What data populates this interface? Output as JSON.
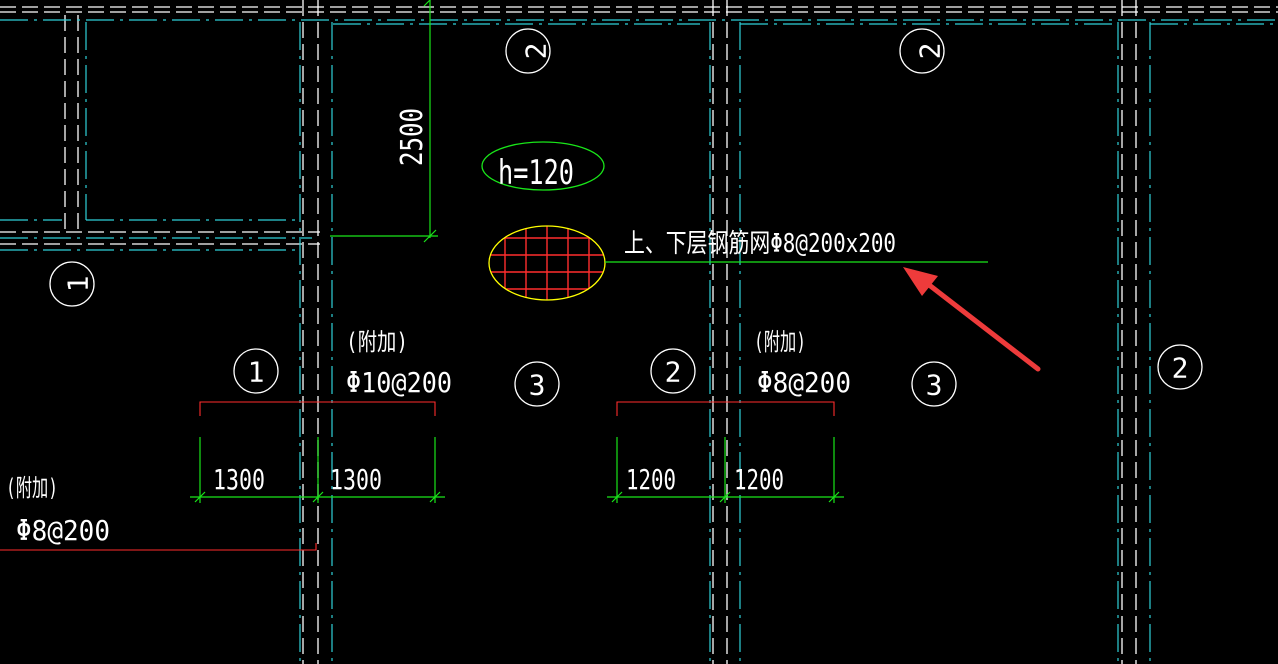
{
  "drawing": {
    "slab_thickness_label": "h=120",
    "mesh_note": "上、下层钢筋网Φ8@200x200",
    "dimension_2500": "2500",
    "rebar_left": {
      "tag": "1",
      "note": "(附加)",
      "spec": "Φ10@200",
      "dim_left": "1300",
      "dim_right": "1300"
    },
    "rebar_mid": {
      "tag": "2",
      "note": "(附加)",
      "spec": "Φ8@200",
      "dim_left": "1200",
      "dim_right": "1200"
    },
    "rebar_bottom_left": {
      "note": "(附加)",
      "spec": "Φ8@200"
    },
    "slab_labels": {
      "top_a": "2",
      "top_b": "2",
      "left": "1",
      "center": "3",
      "right_center": "3",
      "right_edge": "2"
    }
  },
  "colors": {
    "background": "#000000",
    "slab_edge": "#ffffff",
    "axis_line": "#2fd0d8",
    "dimension": "#19e619",
    "rebar": "#ff2d2d",
    "mesh_symbol_outline": "#ffff00",
    "callout_arrow": "#ee3b3b"
  }
}
